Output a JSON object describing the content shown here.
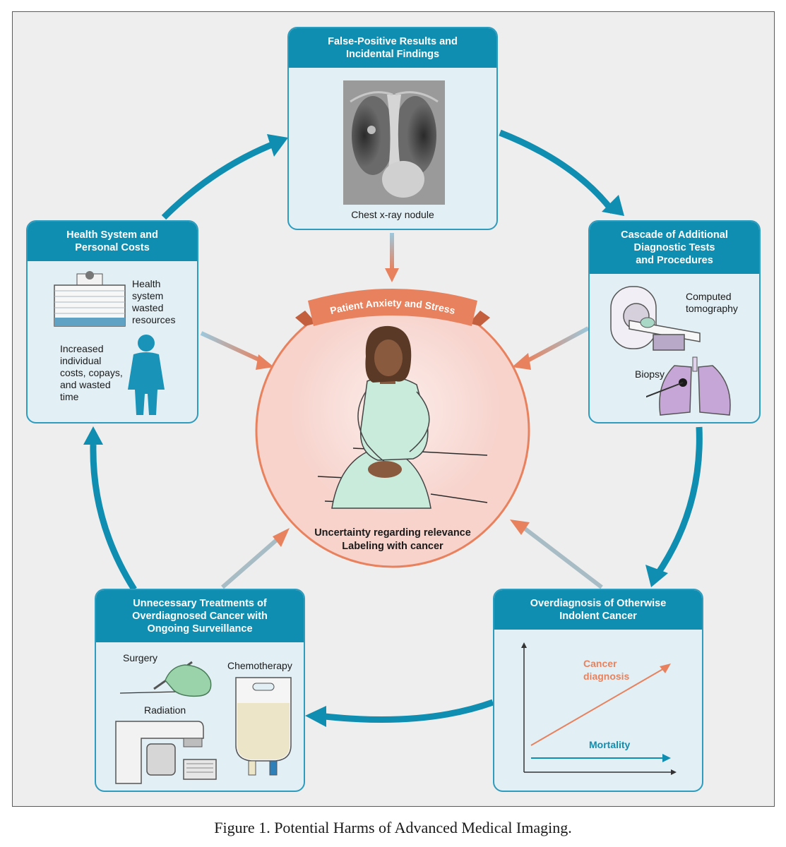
{
  "caption": "Figure 1. Potential Harms of Advanced Medical Imaging.",
  "center": {
    "banner": "Patient Anxiety and Stress",
    "line1": "Uncertainty regarding relevance",
    "line2": "Labeling with cancer"
  },
  "panels": {
    "top": {
      "title_line1": "False-Positive Results and",
      "title_line2": "Incidental Findings",
      "image_label": "Chest x-ray nodule"
    },
    "right": {
      "title_line1": "Cascade of Additional",
      "title_line2": "Diagnostic Tests",
      "title_line3": "and Procedures",
      "ct_line1": "Computed",
      "ct_line2": "tomography",
      "biopsy": "Biopsy"
    },
    "bottom_right": {
      "title_line1": "Overdiagnosis of Otherwise",
      "title_line2": "Indolent Cancer",
      "series_cancer_line1": "Cancer",
      "series_cancer_line2": "diagnosis",
      "series_mortality": "Mortality"
    },
    "bottom_left": {
      "title_line1": "Unnecessary Treatments of",
      "title_line2": "Overdiagnosed Cancer with",
      "title_line3": "Ongoing Surveillance",
      "surgery": "Surgery",
      "chemotherapy": "Chemotherapy",
      "radiation": "Radiation"
    },
    "left": {
      "title_line1": "Health System and",
      "title_line2": "Personal Costs",
      "hs_line1": "Health",
      "hs_line2": "system",
      "hs_line3": "wasted",
      "hs_line4": "resources",
      "ic_line1": "Increased",
      "ic_line2": "individual",
      "ic_line3": "costs, copays,",
      "ic_line4": "and wasted",
      "ic_line5": "time"
    }
  },
  "colors": {
    "teal": "#0f8eb1",
    "panel_fill": "#e2f0f6",
    "orange": "#e8825e",
    "center_fill": "#f7d3cc",
    "frame_bg": "#eeeeee"
  }
}
